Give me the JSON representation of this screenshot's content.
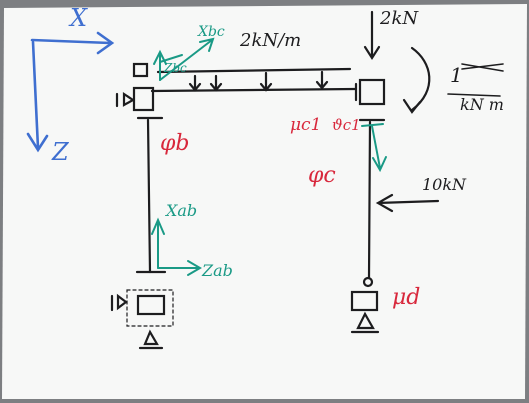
{
  "diagram": {
    "axes": {
      "x_label": "X",
      "z_label": "Z"
    },
    "loads": {
      "distributed": "2kN/m",
      "point_top": "2kN",
      "moment": {
        "value": "1",
        "unit": "kN m"
      },
      "horizontal": "10kN"
    },
    "labels": {
      "phi_b": "φb",
      "phi_c": "φc",
      "x_bc": "Xbc",
      "z_bc": "Zbc",
      "mu_c1": "μc1",
      "theta_c1": "ϑc1",
      "x_ab": "Xab",
      "z_ab": "Zab",
      "mu_d": "μd"
    },
    "colors": {
      "paper": "#f7f8f7",
      "ink": "#1d1d1f",
      "blue": "#3f6fd0",
      "teal": "#1a9a86",
      "red": "#d8283c"
    }
  }
}
